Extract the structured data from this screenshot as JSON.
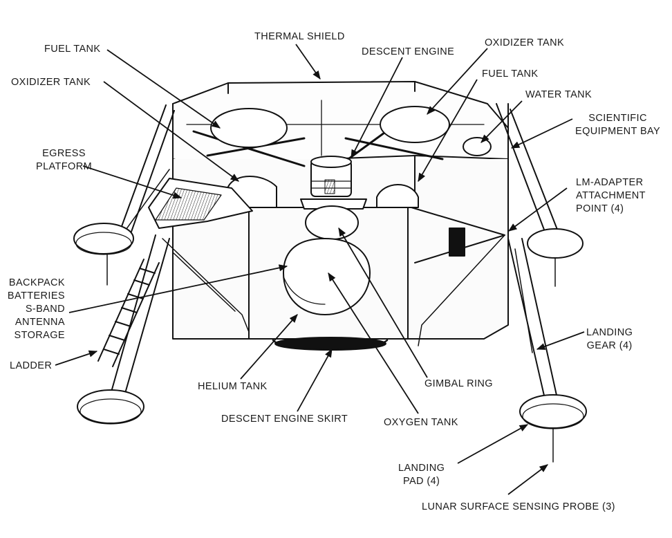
{
  "labels": {
    "thermal_shield": "THERMAL SHIELD",
    "fuel_tank_left": "FUEL TANK",
    "descent_engine": "DESCENT ENGINE",
    "oxidizer_tank_right": "OXIDIZER TANK",
    "fuel_tank_right": "FUEL TANK",
    "oxidizer_tank_left": "OXIDIZER TANK",
    "water_tank": "WATER TANK",
    "scientific_bay": [
      "SCIENTIFIC",
      "EQUIPMENT BAY"
    ],
    "egress_platform": [
      "EGRESS",
      "PLATFORM"
    ],
    "lm_adapter": [
      "LM-ADAPTER",
      "ATTACHMENT",
      "POINT (4)"
    ],
    "backpack": [
      "BACKPACK",
      "BATTERIES",
      "S-BAND",
      "ANTENNA",
      "STORAGE"
    ],
    "landing_gear": [
      "LANDING",
      "GEAR (4)"
    ],
    "ladder": "LADDER",
    "helium_tank": "HELIUM TANK",
    "gimbal_ring": "GIMBAL RING",
    "descent_engine_skirt": "DESCENT ENGINE SKIRT",
    "oxygen_tank": "OXYGEN TANK",
    "landing_pad": [
      "LANDING",
      "PAD (4)"
    ],
    "sensing_probe": "LUNAR SURFACE SENSING PROBE (3)"
  }
}
